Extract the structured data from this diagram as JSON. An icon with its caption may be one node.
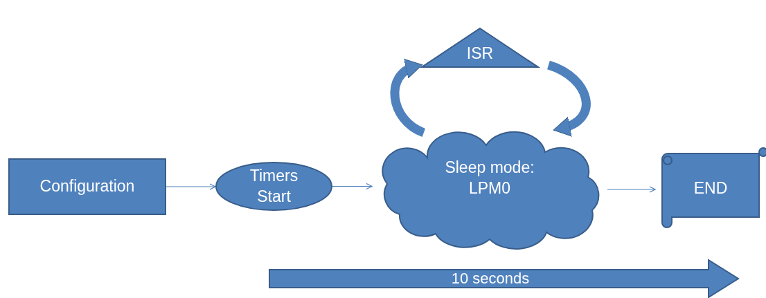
{
  "diagram": {
    "nodes": [
      {
        "text": [
          "Configuration"
        ]
      },
      {
        "text": [
          "Timers Start"
        ]
      },
      {
        "text": [
          "Sleep mode: LPM0"
        ]
      },
      {
        "text": [
          "ISR"
        ]
      },
      {
        "text": [
          "END"
        ]
      },
      {
        "text": [
          "10 seconds"
        ]
      }
    ],
    "edges": [
      {
        "from": 0,
        "to": 1,
        "arrow": "to"
      },
      {
        "from": 1,
        "to": 2,
        "arrow": "to"
      },
      {
        "from": 2,
        "to": 4,
        "arrow": "to"
      },
      {
        "from": 2,
        "to": 3,
        "arrow": "to",
        "style": "thick"
      },
      {
        "from": 3,
        "to": 2,
        "arrow": "to",
        "style": "thick"
      }
    ]
  }
}
